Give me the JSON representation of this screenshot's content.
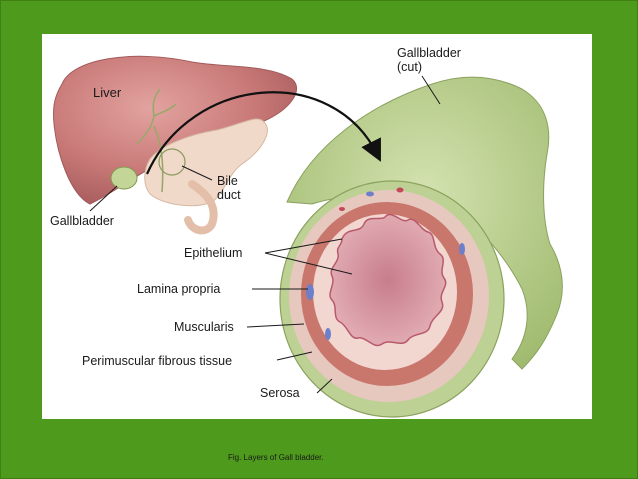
{
  "labels": {
    "liver": "Liver",
    "gallbladder_cut_line1": "Gallbladder",
    "gallbladder_cut_line2": "(cut)",
    "bile_line1": "Bile",
    "bile_line2": "duct",
    "gallbladder": "Gallbladder",
    "epithelium": "Epithelium",
    "lamina_propria": "Lamina propria",
    "muscularis": "Muscularis",
    "perimuscular": "Perimuscular fibrous tissue",
    "serosa": "Serosa"
  },
  "caption": "Fig.  Layers of Gall bladder.",
  "colors": {
    "slide_background": "#4e9a1c",
    "panel_background": "#ffffff",
    "liver": "#c97a78",
    "gallbladder_wall": "#b9cf8e",
    "serosa_ring": "#e4c6bf",
    "muscularis_ring": "#c9766c",
    "lumen": "#d79aa4"
  }
}
